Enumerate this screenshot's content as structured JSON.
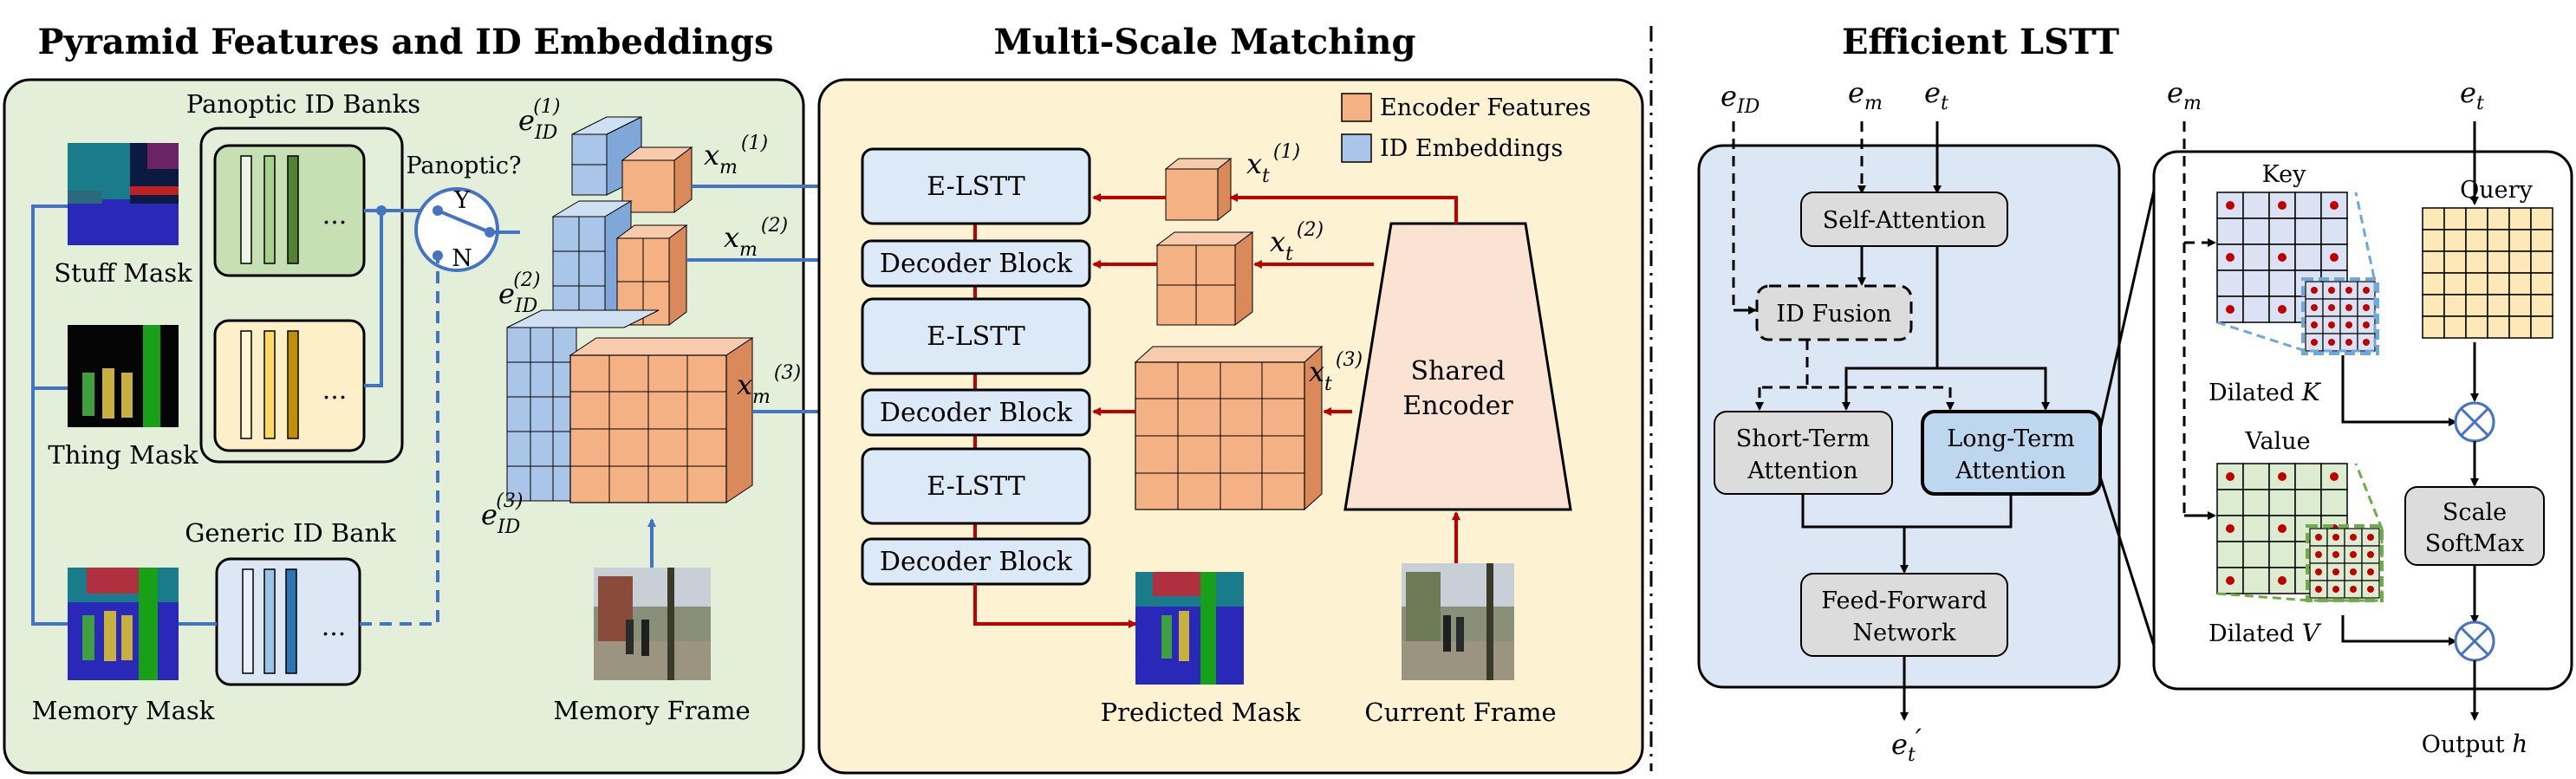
{
  "sections": {
    "pyramid_title": "Pyramid Features and ID Embeddings",
    "matching_title": "Multi-Scale Matching",
    "lstt_title": "Efficient LSTT"
  },
  "pyramid": {
    "panoptic_banks_label": "Panoptic ID Banks",
    "generic_bank_label": "Generic ID Bank",
    "stuff_mask": "Stuff Mask",
    "thing_mask": "Thing Mask",
    "memory_mask": "Memory Mask",
    "memory_frame": "Memory Frame",
    "panoptic_switch": "Panoptic?",
    "switch_yes": "Y",
    "switch_no": "N",
    "ellipsis": "...",
    "e_base": "e",
    "id_sub": "ID",
    "sup1": "(1)",
    "sup2": "(2)",
    "sup3": "(3)"
  },
  "matching": {
    "legend_encoder": "Encoder Features",
    "legend_id": "ID Embeddings",
    "elstt": "E-LSTT",
    "decoder": "Decoder Block",
    "shared_encoder_1": "Shared",
    "shared_encoder_2": "Encoder",
    "predicted_mask": "Predicted Mask",
    "current_frame": "Current Frame",
    "x_base": "x",
    "m_sub": "m",
    "t_sub": "t",
    "sup1": "(1)",
    "sup2": "(2)",
    "sup3": "(3)"
  },
  "lstt": {
    "inputs": {
      "e": "e",
      "id": "ID",
      "m": "m",
      "t": "t"
    },
    "self_attention": "Self-Attention",
    "id_fusion": "ID Fusion",
    "short_term_1": "Short-Term",
    "short_term_2": "Attention",
    "long_term_1": "Long-Term",
    "long_term_2": "Attention",
    "ffn_1": "Feed-Forward",
    "ffn_2": "Network",
    "output_e": "e",
    "output_sub": "t",
    "output_prime": "′"
  },
  "attention": {
    "key": "Key",
    "query": "Query",
    "value": "Value",
    "dilated": "Dilated",
    "k": "K",
    "v": "V",
    "scale": "Scale",
    "softmax": "SoftMax",
    "output": "Output",
    "h": "h"
  },
  "colors": {
    "green_panel": "#e3efd9",
    "yellow_panel": "#fdf2d2",
    "blue_panel": "#dbe7f4",
    "encoder_orange": "#f4b183",
    "id_blue": "#a9c6e8",
    "arrow_red": "#c00000",
    "arrow_blue": "#4472c4",
    "box_gray": "#dcdcdc",
    "box_blue": "#dce9f7"
  }
}
